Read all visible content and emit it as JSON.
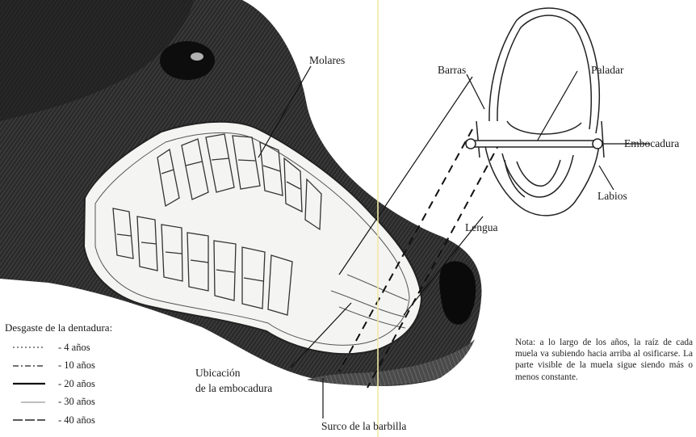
{
  "labels": {
    "molares": "Molares",
    "barras": "Barras",
    "paladar": "Paladar",
    "embocadura": "Embocadura",
    "labios": "Labios",
    "lengua": "Lengua",
    "ubicacion_line1": "Ubicación",
    "ubicacion_line2": "de la embocadura",
    "surco": "Surco de la barbilla"
  },
  "legend": {
    "title": "Desgaste de la dentadura:",
    "items": [
      {
        "label": "- 4 años",
        "style": "dotted"
      },
      {
        "label": "- 10 años",
        "style": "dash-dot"
      },
      {
        "label": "- 20 años",
        "style": "solid"
      },
      {
        "label": "- 30 años",
        "style": "faint"
      },
      {
        "label": "- 40 años",
        "style": "long-dash"
      }
    ]
  },
  "note": "Nota: a lo largo de los años, la raíz de cada muela va subiendo hacia arriba al osificarse. La parte visible de la muela sigue siendo más o menos constante."
}
